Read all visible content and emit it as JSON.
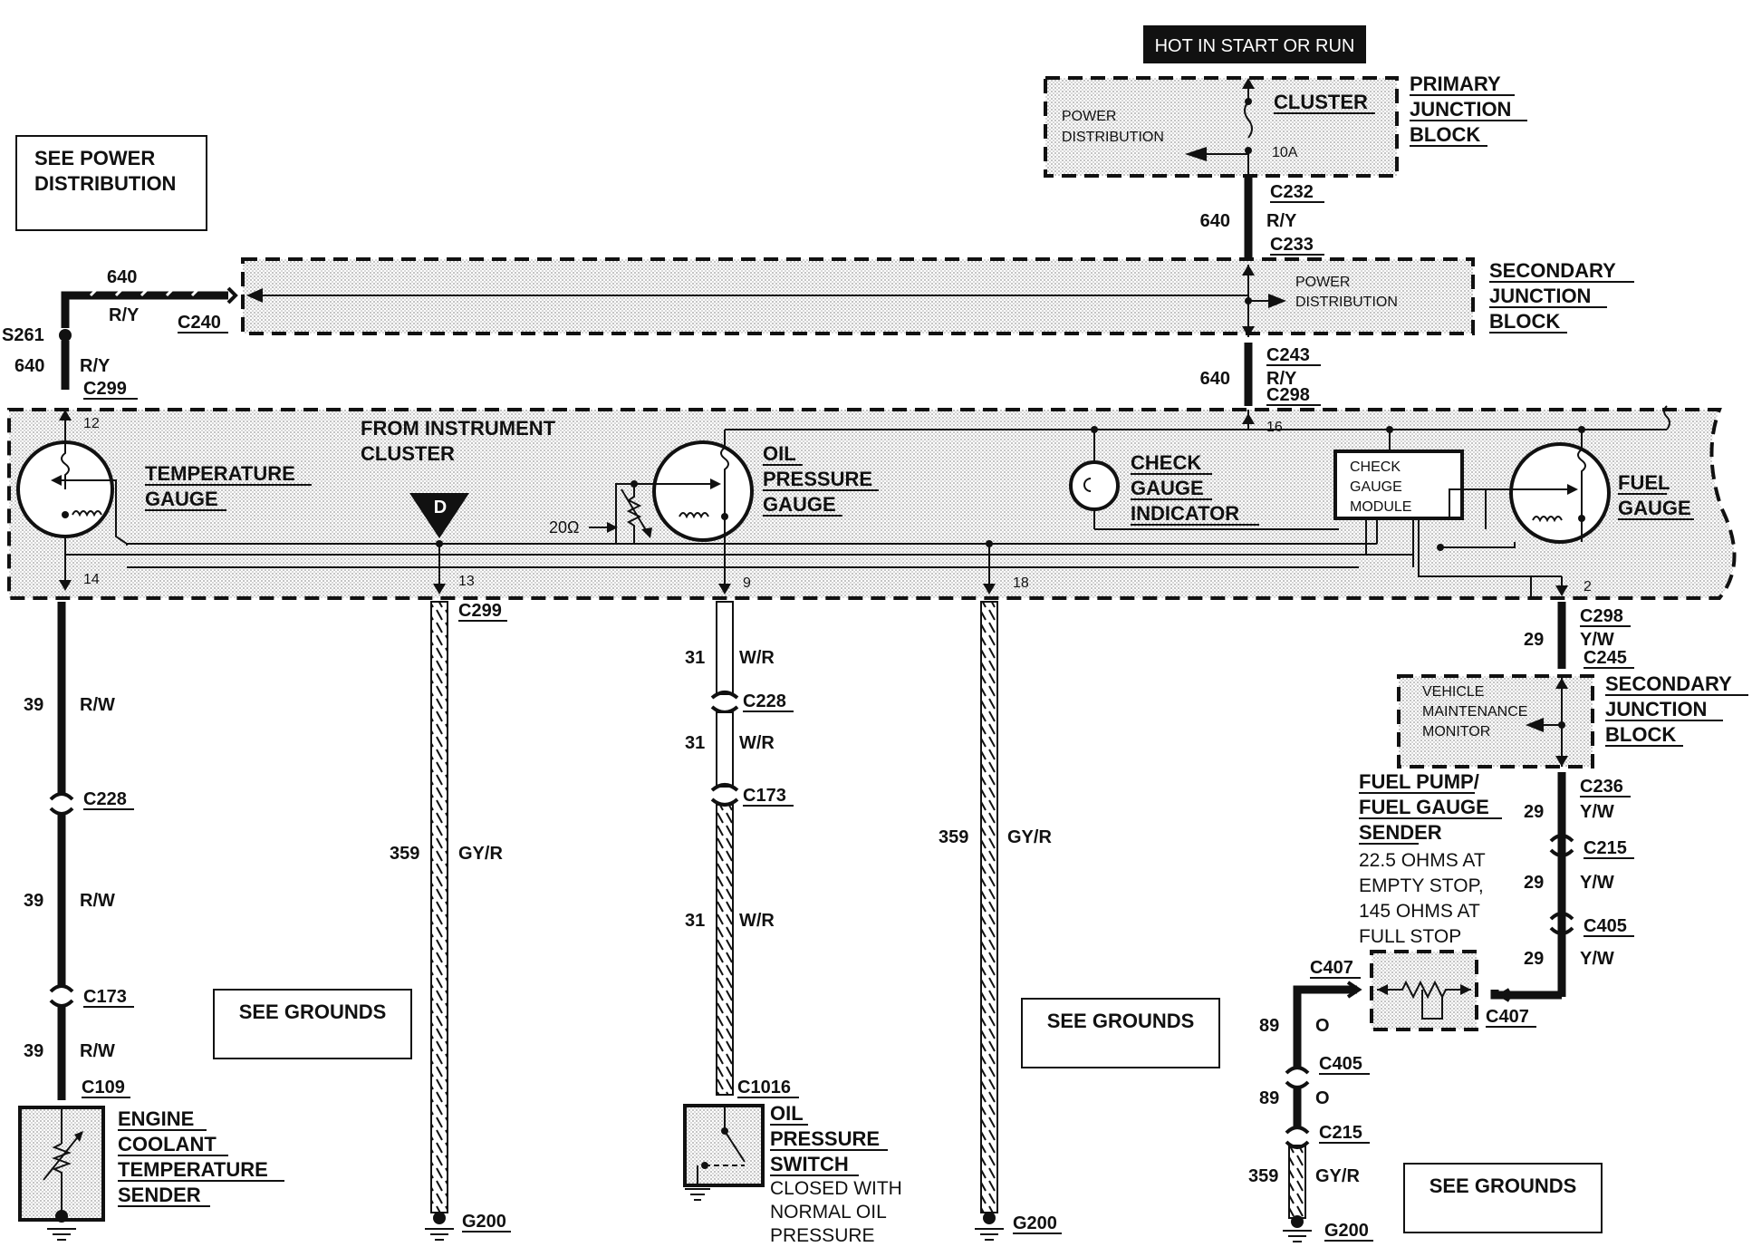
{
  "header": {
    "hot_label": "HOT IN START OR RUN"
  },
  "primary_jb": {
    "title_lines": [
      "PRIMARY",
      "JUNCTION",
      "BLOCK"
    ],
    "power_dist_lines": [
      "POWER",
      "DISTRIBUTION"
    ],
    "fuse_name": "CLUSTER",
    "fuse_rating": "10A"
  },
  "secondary_jb": {
    "title_lines": [
      "SECONDARY",
      "JUNCTION",
      "BLOCK"
    ],
    "power_dist_lines": [
      "POWER",
      "DISTRIBUTION"
    ]
  },
  "see_power": {
    "lines": [
      "SEE POWER",
      "DISTRIBUTION"
    ]
  },
  "wires": {
    "c232": "C232",
    "c233": "C233",
    "c243": "C243",
    "c298": "C298",
    "c240": "C240",
    "s261": "S261",
    "c299": "C299",
    "w640": "640",
    "ry": "R/Y",
    "c228": "C228",
    "c173": "C173",
    "c109": "C109",
    "w39": "39",
    "rw": "R/W",
    "w359": "359",
    "gyr": "GY/R",
    "w31": "31",
    "wr": "W/R",
    "c1016": "C1016",
    "w29": "29",
    "yw": "Y/W",
    "c245": "C245",
    "c236": "C236",
    "c215": "C215",
    "c405": "C405",
    "c407": "C407",
    "w89": "89",
    "o": "O",
    "g200": "G200"
  },
  "cluster": {
    "from_lines": [
      "FROM INSTRUMENT",
      "CLUSTER"
    ],
    "temp_lines": [
      "TEMPERATURE",
      "GAUGE"
    ],
    "oil_lines": [
      "OIL",
      "PRESSURE",
      "GAUGE"
    ],
    "check_lines": [
      "CHECK",
      "GAUGE",
      "INDICATOR"
    ],
    "module_lines": [
      "CHECK",
      "GAUGE",
      "MODULE"
    ],
    "fuel_lines": [
      "FUEL",
      "GAUGE"
    ],
    "resistor": "20Ω",
    "pins": [
      "12",
      "14",
      "13",
      "9",
      "18",
      "16",
      "2"
    ],
    "d_marker": "D"
  },
  "vmm": {
    "lines": [
      "VEHICLE",
      "MAINTENANCE",
      "MONITOR"
    ]
  },
  "sensors": {
    "ect_lines": [
      "ENGINE",
      "COOLANT",
      "TEMPERATURE",
      "SENDER"
    ],
    "oil_switch_lines": [
      "OIL",
      "PRESSURE",
      "SWITCH"
    ],
    "oil_switch_note": [
      "CLOSED WITH",
      "NORMAL OIL",
      "PRESSURE"
    ],
    "fuel_sender_lines": [
      "FUEL PUMP/",
      "FUEL GAUGE",
      "SENDER"
    ],
    "fuel_sender_note": [
      "22.5 OHMS AT",
      "EMPTY STOP,",
      "145 OHMS AT",
      "FULL STOP"
    ]
  },
  "see_grounds": "SEE GROUNDS"
}
